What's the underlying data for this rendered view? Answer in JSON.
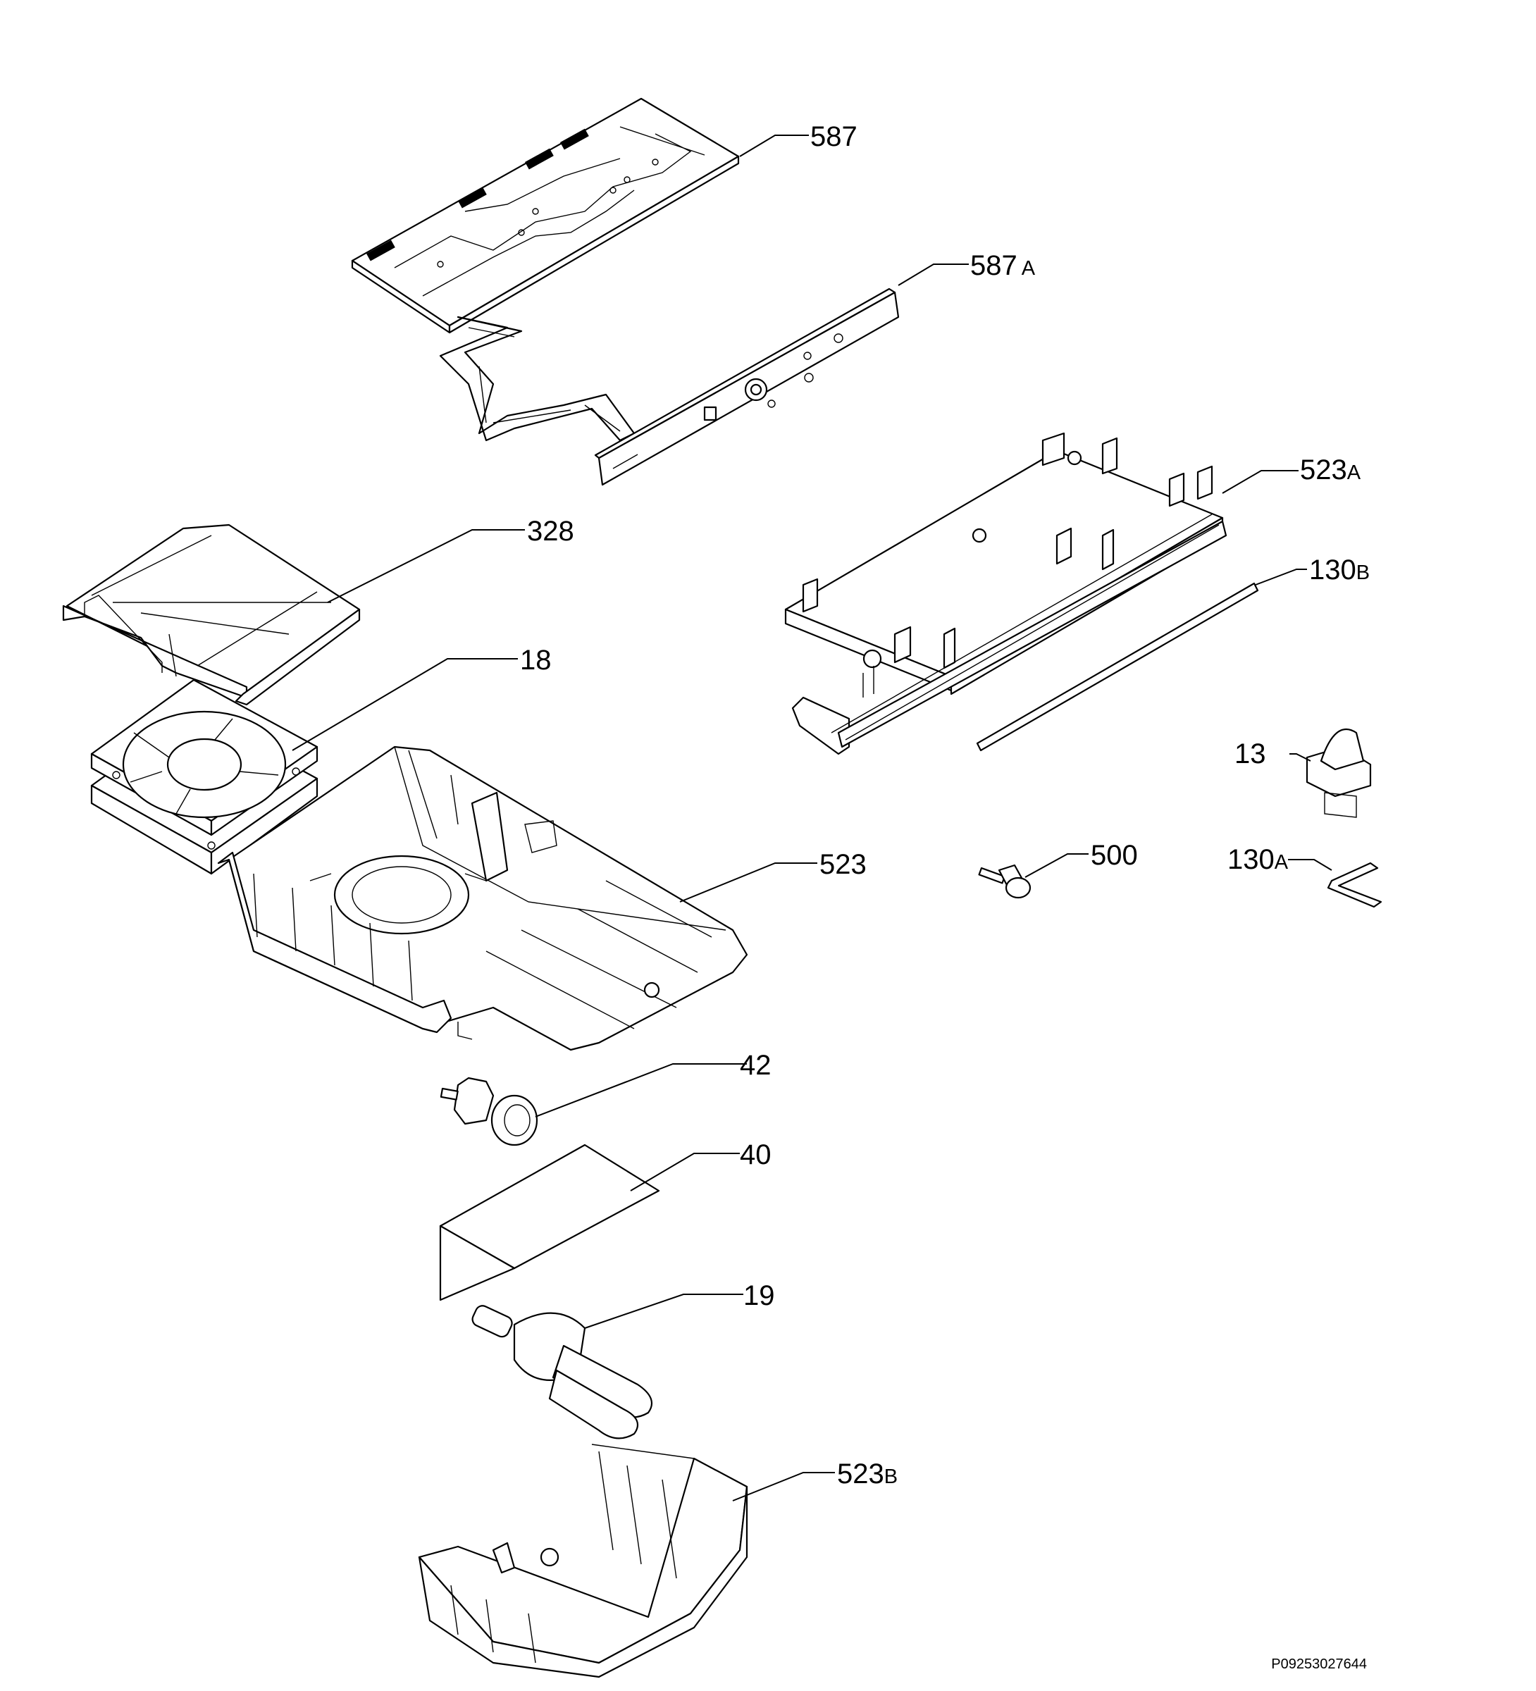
{
  "parts": [
    {
      "number": "587",
      "suffix": ""
    },
    {
      "number": "587",
      "suffix": "A"
    },
    {
      "number": "523",
      "suffix": "A"
    },
    {
      "number": "328",
      "suffix": ""
    },
    {
      "number": "130",
      "suffix": "B"
    },
    {
      "number": "18",
      "suffix": ""
    },
    {
      "number": "13",
      "suffix": ""
    },
    {
      "number": "523",
      "suffix": ""
    },
    {
      "number": "500",
      "suffix": ""
    },
    {
      "number": "130",
      "suffix": "A"
    },
    {
      "number": "42",
      "suffix": ""
    },
    {
      "number": "40",
      "suffix": ""
    },
    {
      "number": "19",
      "suffix": ""
    },
    {
      "number": "523",
      "suffix": "B"
    }
  ],
  "reference_code": "P09253027644"
}
